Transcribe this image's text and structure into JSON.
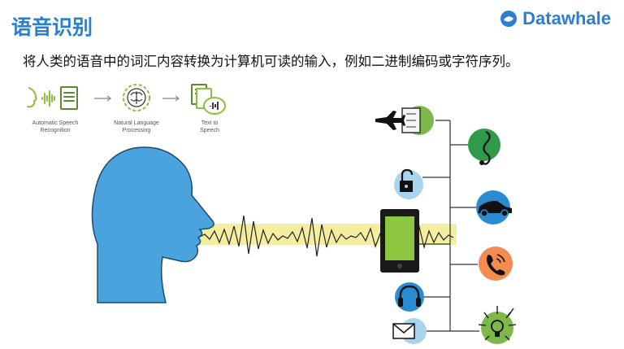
{
  "slide": {
    "title": "语音识别",
    "description": "将人类的语音中的词汇内容转换为计算机可读的输入，例如二进制编码或字符序列。"
  },
  "logo": {
    "text": "Datawhale",
    "color": "#2c7fd0"
  },
  "pipeline": {
    "steps": [
      {
        "label_line1": "Automatic Speech",
        "label_line2": "Recognition",
        "icon": "speech-to-document-icon"
      },
      {
        "label_line1": "Natural Language",
        "label_line2": "Processing",
        "icon": "brain-gear-icon"
      },
      {
        "label_line1": "Text to",
        "label_line2": "Speech",
        "icon": "document-to-speech-icon"
      }
    ],
    "accent_color": "#8dbf3f"
  },
  "illustration": {
    "head_color": "#4aa3dc",
    "wave_color": "#f2ee9a",
    "device_color": "#8dc63f",
    "icons": [
      {
        "name": "airplane-icon",
        "color": "#7fb84a"
      },
      {
        "name": "music-note-icon",
        "color": "#2e9a4a"
      },
      {
        "name": "unlock-icon",
        "color": "#a9d4ee"
      },
      {
        "name": "car-icon",
        "color": "#2a8cd0"
      },
      {
        "name": "phone-icon",
        "color": "#f28c50"
      },
      {
        "name": "headphones-icon",
        "color": "#2a8cd0"
      },
      {
        "name": "mail-icon",
        "color": "#a9d4ee"
      },
      {
        "name": "lightbulb-icon",
        "color": "#7fb84a"
      }
    ]
  }
}
